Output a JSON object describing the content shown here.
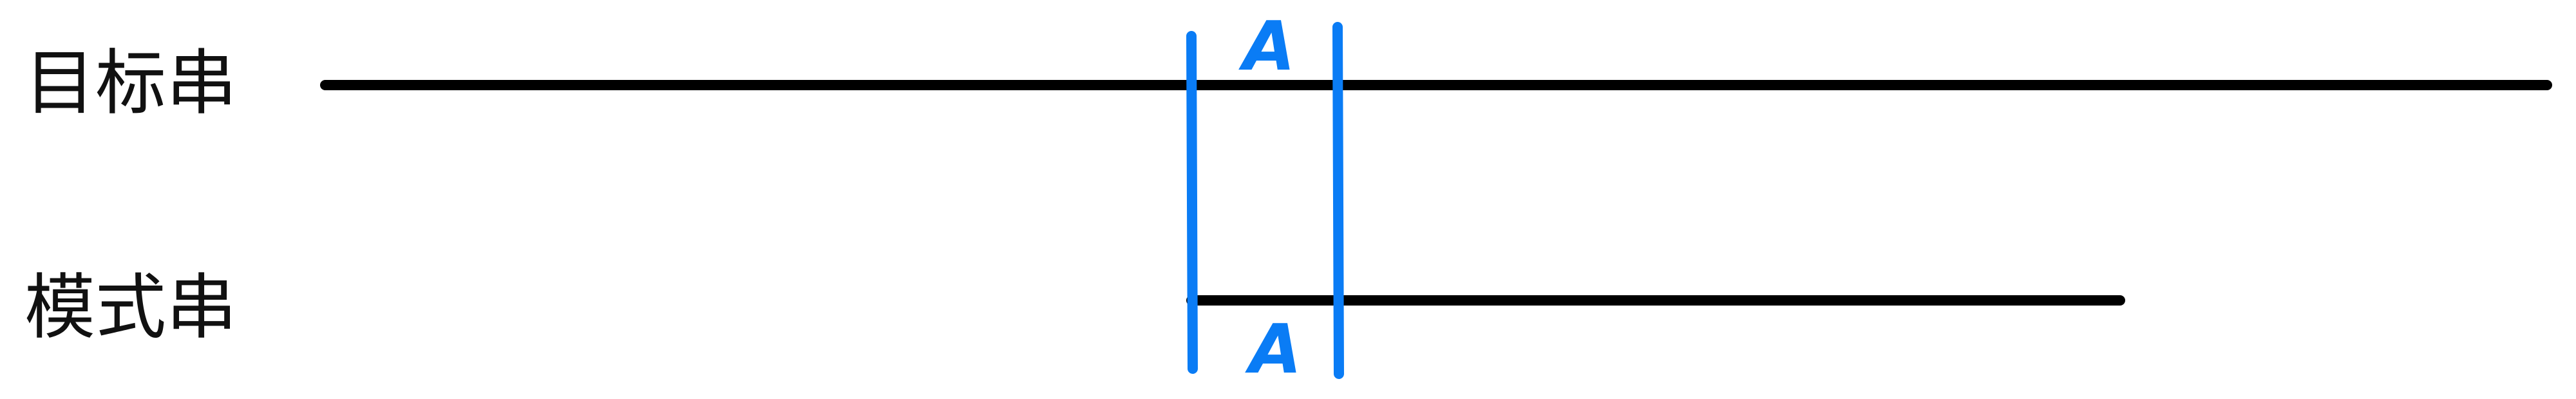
{
  "labels": {
    "target": "目标串",
    "pattern": "模式串"
  },
  "markers": {
    "target_letter": "A",
    "pattern_letter": "A"
  },
  "colors": {
    "line": "#000000",
    "highlight": "#0a7cf5",
    "text": "#111111"
  }
}
